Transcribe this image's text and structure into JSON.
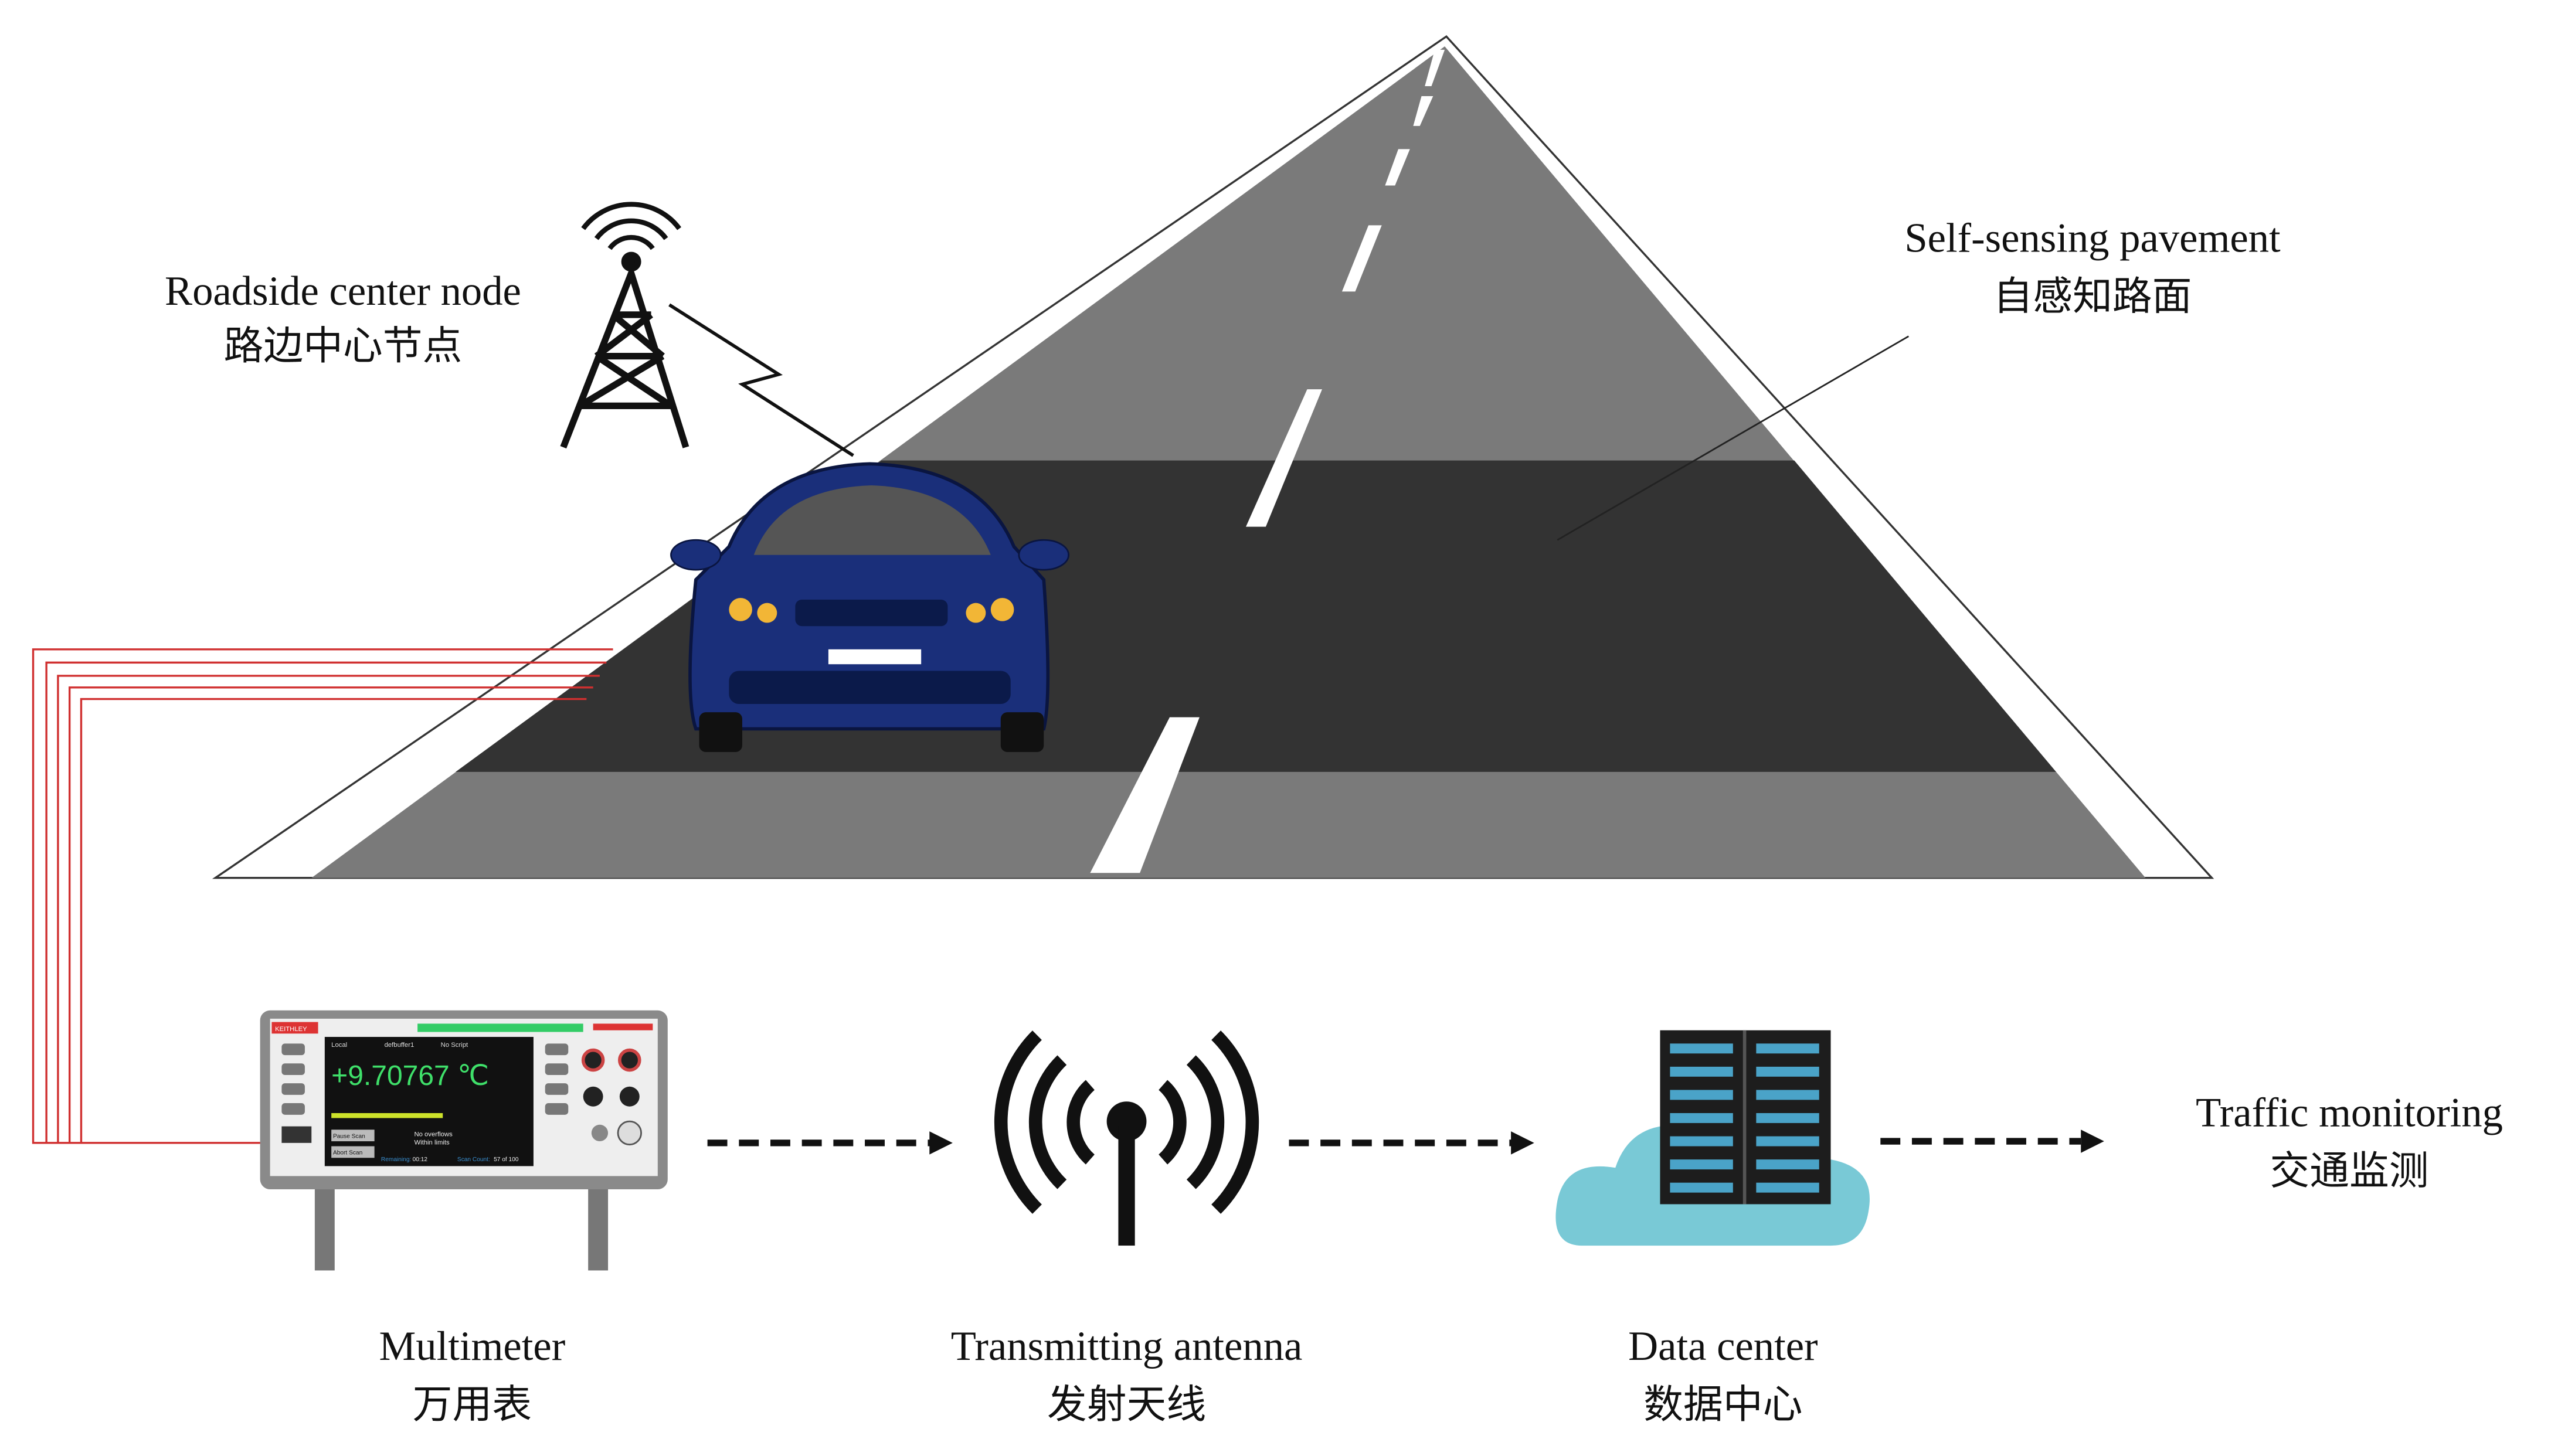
{
  "labels": {
    "roadside_node": {
      "en": "Roadside center node",
      "cn": "路边中心节点"
    },
    "pavement": {
      "en": "Self-sensing pavement",
      "cn": "自感知路面"
    },
    "multimeter": {
      "en": "Multimeter",
      "cn": "万用表"
    },
    "antenna": {
      "en": "Transmitting antenna",
      "cn": "发射天线"
    },
    "data_center": {
      "en": "Data center",
      "cn": "数据中心"
    },
    "traffic": {
      "en": "Traffic monitoring",
      "cn": "交通监测"
    }
  },
  "multimeter_screen": {
    "brand": "KEITHLEY",
    "reading": "+9.70767 ℃",
    "status_top": [
      "Local",
      "defbuffer1",
      "No Script"
    ],
    "status_lines": [
      "No overflows",
      "Within limits"
    ],
    "buttons": [
      "Pause Scan",
      "Abort Scan"
    ],
    "remaining_label": "Remaining:",
    "remaining": "00:12",
    "scan_count_label": "Scan Count:",
    "scan_count": "57 of 100",
    "progress": 0.57
  },
  "colors": {
    "wire": "#d03030",
    "road_gray": "#7a7a7a",
    "road_dark": "#333333",
    "car": "#1a2f7a",
    "cloud": "#79c9d6",
    "screen_text": "#3fe06a"
  }
}
